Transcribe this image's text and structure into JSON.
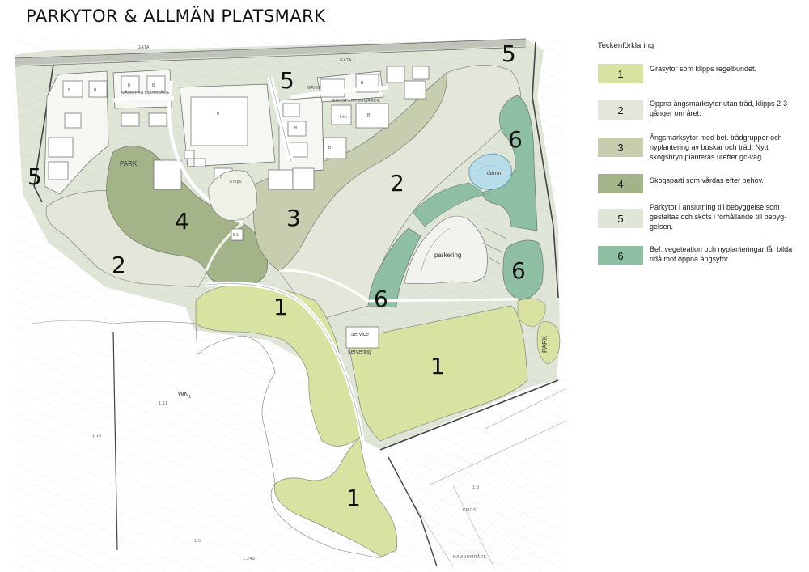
{
  "title": "PARKYTOR & ALLMÄN PLATSMARK",
  "map": {
    "zone_labels": [
      "1",
      "1",
      "1",
      "2",
      "2",
      "3",
      "4",
      "5",
      "5",
      "5",
      "6",
      "6",
      "6"
    ],
    "labels": {
      "park_1": "PARK",
      "park_2": "PARK",
      "parkering": "parkering",
      "damm": "damm",
      "service": "service",
      "servering": "servering",
      "wn": "WN",
      "wn_sub": "1",
      "b": "B",
      "kok": "kök",
      "ellipse": "Ellips",
      "b1": "B1",
      "dangfartsomrade": "GÅNGFARTSOMRÅDE",
      "gata": "GATA",
      "gang": "GÅNG",
      "num_1_11": "1.11",
      "num_1_16": "1.16",
      "num_1_8": "1.8",
      "num_1_5": "1.5",
      "num_1_243": "1.243",
      "hamnomrade": "HAMNOMRÅDE",
      "kmos": "KMOS"
    }
  },
  "legend": {
    "title": "Teckenförklaring",
    "items": [
      {
        "num": "1",
        "color": "#d8e2a1",
        "text": "Gräsytor som klipps regelbundet."
      },
      {
        "num": "2",
        "color": "#e3e6d8",
        "text": "Öppna ängsmarksytor utan träd, klipps 2-3 gånger om året."
      },
      {
        "num": "3",
        "color": "#c6ceaf",
        "text": "Ängsmarksytor med bef. trädgrupper och nyplantering av buskar och träd. Nytt skogsbryn planteras utefter gc-väg."
      },
      {
        "num": "4",
        "color": "#a4b489",
        "text": "Skogsparti som vårdas efter behov."
      },
      {
        "num": "5",
        "color": "#dfe5d7",
        "text": "Parkytor i anslutning till bebyggelse som gestaltas och sköts i förhållande till bebyg-gelsen."
      },
      {
        "num": "6",
        "color": "#8ebfa3",
        "text": "Bef. vegeteation och nyplanteringar får bilda ridå mot öppna ängsytor."
      }
    ]
  }
}
